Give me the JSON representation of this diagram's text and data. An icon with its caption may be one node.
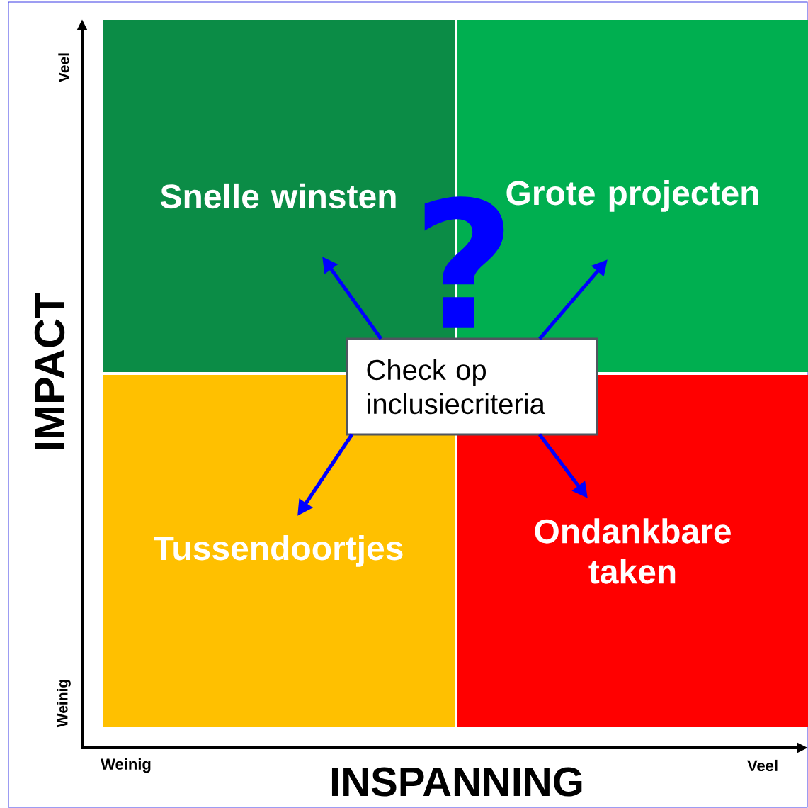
{
  "diagram": {
    "nodes": [
      {
        "text": [
          "Snelle winsten"
        ]
      },
      {
        "text": [
          "Grote projecten"
        ]
      },
      {
        "text": [
          "Tussendoortjes"
        ]
      },
      {
        "text": [
          "Ondankbare taken"
        ]
      },
      {
        "text": [
          "Check op inclusiecriteria"
        ]
      }
    ],
    "edges": [
      {
        "from": 4,
        "to": 0,
        "arrow": "to"
      },
      {
        "from": 4,
        "to": 1,
        "arrow": "to"
      },
      {
        "from": 4,
        "to": 2,
        "arrow": "to"
      },
      {
        "from": 4,
        "to": 3,
        "arrow": "to"
      }
    ],
    "labels": [
      "Veel",
      "?",
      "IMPACT",
      "Weinig",
      "Weinig",
      "INSPANNING",
      "Veel"
    ]
  }
}
